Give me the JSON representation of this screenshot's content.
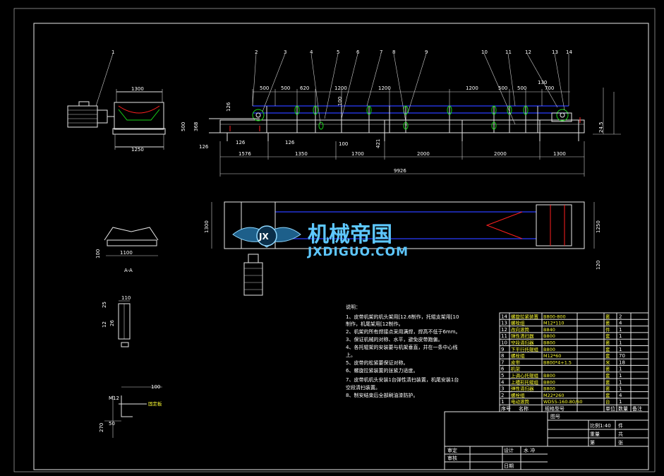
{
  "watermark": {
    "name_cn": "机械帝国",
    "name_en": "JXDIGUO.COM",
    "badge": "JX"
  },
  "top_view": {
    "part_numbers": [
      "1",
      "2",
      "3",
      "4",
      "5",
      "6",
      "7",
      "8",
      "9",
      "10",
      "11",
      "12",
      "13",
      "14"
    ],
    "upper_dims": [
      "500",
      "500",
      "620",
      "1200",
      "1200",
      "1200",
      "500",
      "500",
      "130",
      "700"
    ],
    "lower_dims": [
      "1576",
      "1350",
      "1700",
      "2000",
      "2000",
      "1300"
    ],
    "overall": "9926",
    "small_dims": [
      "126",
      "126",
      "126",
      "126",
      "100",
      "100",
      "421",
      "500",
      "368",
      "24.5"
    ],
    "drive_width_top": "1300",
    "drive_width_bottom": "1250"
  },
  "plan_view": {
    "left_dim": "1300",
    "right_dim": "1250",
    "right_small": "120"
  },
  "idler_detail": {
    "width": "1100",
    "height": "100",
    "label": "A-A"
  },
  "bracket_detail": {
    "dims": [
      "110",
      "25",
      "12",
      "26"
    ]
  },
  "anchor_detail": {
    "dims": [
      "100",
      "M12",
      "50",
      "270"
    ],
    "tag": "固定板"
  },
  "notes": {
    "title": "说明：",
    "lines": [
      "1、皮带机架的机头架用[12.6制作，托辊支架用[10",
      "制作，机尾架用[12制作。",
      "2、机架的所有焊接点采用满焊，焊高不低于6mm。",
      "3、保证机械的对称、水平，避免皮带跑偏。",
      "4、各托辊架的安装要与机架垂直，并在一条中心线",
      "上。",
      "5、皮带的松紧要保证对称。",
      "6、螺旋拉紧装置的张紧力适度。",
      "7、皮带机机头安装1台弹性清扫装置，机尾安装1台",
      "空段清扫装置。",
      "8、制安结束后全部刷油漆防护。"
    ]
  },
  "bom": {
    "rows": [
      {
        "no": "14",
        "name": "螺旋拉紧装置",
        "spec": "B800-800",
        "unit": "套",
        "qty": "2"
      },
      {
        "no": "13",
        "name": "螺栓组",
        "spec": "M12*110",
        "unit": "套",
        "qty": "4"
      },
      {
        "no": "12",
        "name": "改向滚筒",
        "spec": "B840",
        "unit": "件",
        "qty": "1"
      },
      {
        "no": "11",
        "name": "弹性清扫器",
        "spec": "B800",
        "unit": "套",
        "qty": "1"
      },
      {
        "no": "10",
        "name": "空段清扫器",
        "spec": "B800",
        "unit": "套",
        "qty": "1"
      },
      {
        "no": "9",
        "name": "下平行托辊组",
        "spec": "B800",
        "unit": "套",
        "qty": "1"
      },
      {
        "no": "8",
        "name": "螺栓组",
        "spec": "M12*60",
        "unit": "套",
        "qty": "70"
      },
      {
        "no": "7",
        "name": "皮带",
        "spec": "B800*4+1.5",
        "unit": "米",
        "qty": "18"
      },
      {
        "no": "6",
        "name": "机架",
        "spec": "",
        "unit": "套",
        "qty": "1"
      },
      {
        "no": "5",
        "name": "上调心托辊组",
        "spec": "B800",
        "unit": "套",
        "qty": "1"
      },
      {
        "no": "4",
        "name": "上槽形托辊组",
        "spec": "B800",
        "unit": "套",
        "qty": "1"
      },
      {
        "no": "3",
        "name": "弹性清扫器",
        "spec": "B800",
        "unit": "套",
        "qty": "1"
      },
      {
        "no": "2",
        "name": "螺栓组",
        "spec": "M22*260",
        "unit": "套",
        "qty": "4"
      },
      {
        "no": "1",
        "name": "电动滚筒",
        "spec": "WD55-160-80/60",
        "unit": "台",
        "qty": "1"
      }
    ],
    "header": {
      "no": "序号",
      "name": "名称",
      "spec": "规格型号",
      "unit": "单位",
      "qty": "数量",
      "remark": "备注"
    }
  },
  "title_block": {
    "drawing_no_label": "图号",
    "scale_label": "比例1:40",
    "sheet_label": "张",
    "ci_label": "第",
    "sets_label": "共",
    "drawn_label": "设计",
    "checked_label": "审核",
    "approved_label": "审定",
    "date_label": "日期",
    "designer": "水 冲",
    "material_label": "重量",
    "part_label": "件"
  }
}
